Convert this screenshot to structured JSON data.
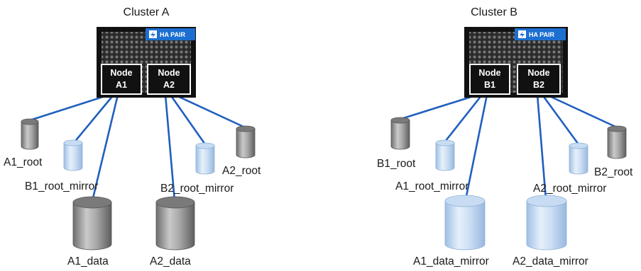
{
  "colors": {
    "link": "#1f5fbf",
    "active_disk": "#8c8c8c",
    "mirror_disk": "#b7d2ee",
    "chassis": "#111111",
    "ha_badge": "#1c6fd1"
  },
  "clusters": [
    {
      "title": "Cluster A",
      "badge": "HA PAIR",
      "nodes": [
        {
          "line1": "Node",
          "line2": "A1"
        },
        {
          "line1": "Node",
          "line2": "A2"
        }
      ],
      "disks": [
        {
          "label": "A1_root",
          "kind": "active",
          "size": "small",
          "owner": 0
        },
        {
          "label": "B1_root_mirror",
          "kind": "mirror",
          "size": "small",
          "owner": 0
        },
        {
          "label": "A1_data",
          "kind": "active",
          "size": "large",
          "owner": 0
        },
        {
          "label": "A2_data",
          "kind": "active",
          "size": "large",
          "owner": 1
        },
        {
          "label": "B2_root_mirror",
          "kind": "mirror",
          "size": "small",
          "owner": 1
        },
        {
          "label": "A2_root",
          "kind": "active",
          "size": "small",
          "owner": 1
        }
      ]
    },
    {
      "title": "Cluster B",
      "badge": "HA PAIR",
      "nodes": [
        {
          "line1": "Node",
          "line2": "B1"
        },
        {
          "line1": "Node",
          "line2": "B2"
        }
      ],
      "disks": [
        {
          "label": "B1_root",
          "kind": "active",
          "size": "small",
          "owner": 0
        },
        {
          "label": "A1_root_mirror",
          "kind": "mirror",
          "size": "small",
          "owner": 0
        },
        {
          "label": "A1_data_mirror",
          "kind": "mirror",
          "size": "large",
          "owner": 0
        },
        {
          "label": "A2_data_mirror",
          "kind": "mirror",
          "size": "large",
          "owner": 1
        },
        {
          "label": "A2_root_mirror",
          "kind": "mirror",
          "size": "small",
          "owner": 1
        },
        {
          "label": "B2_root",
          "kind": "active",
          "size": "small",
          "owner": 1
        }
      ]
    }
  ]
}
